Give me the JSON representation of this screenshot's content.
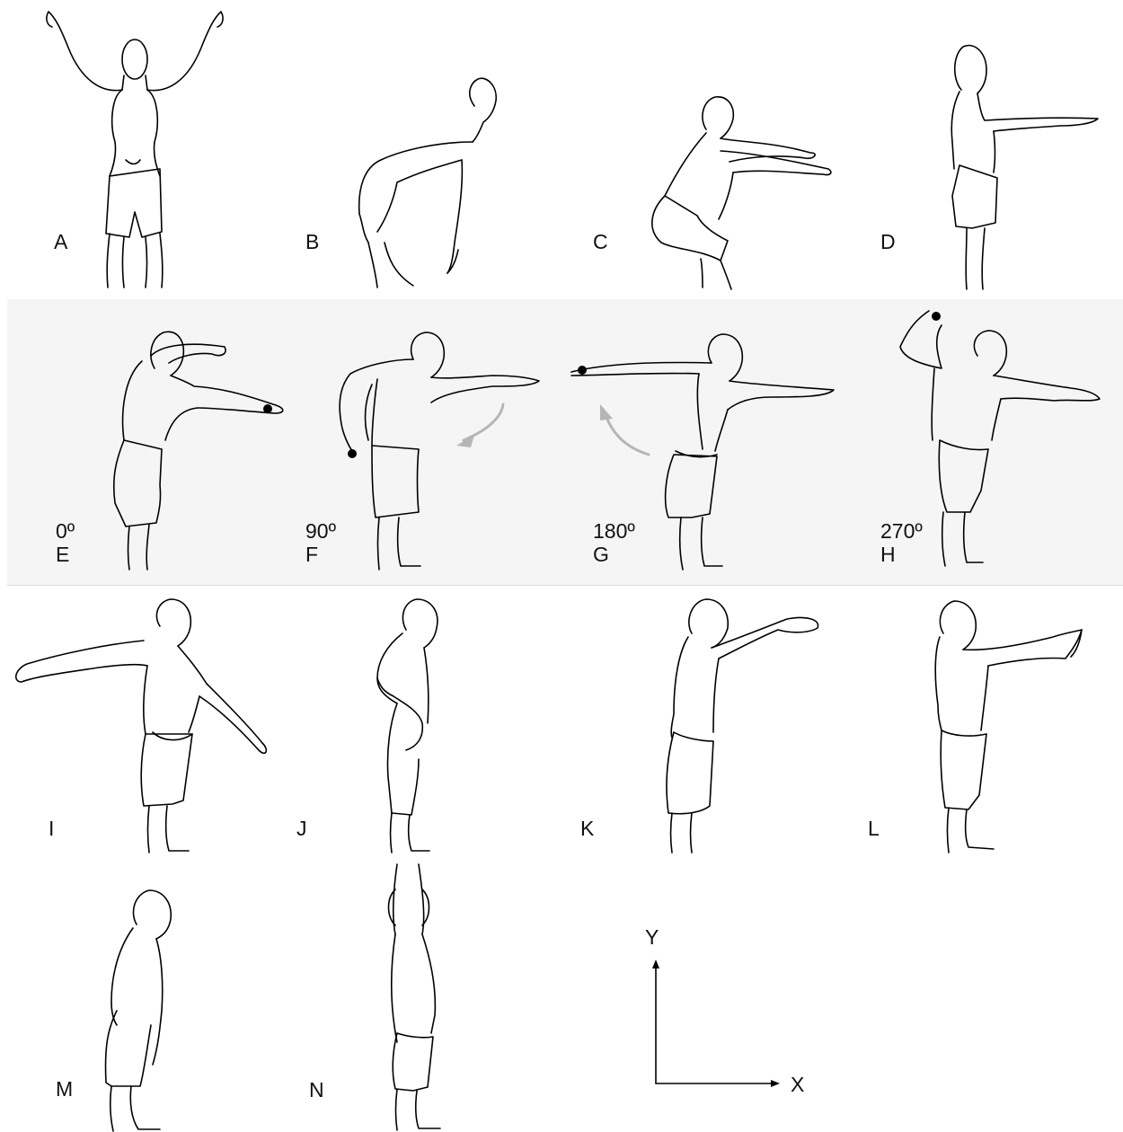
{
  "figures": [
    {
      "id": "A",
      "label": "A",
      "angle": ""
    },
    {
      "id": "B",
      "label": "B",
      "angle": ""
    },
    {
      "id": "C",
      "label": "C",
      "angle": ""
    },
    {
      "id": "D",
      "label": "D",
      "angle": ""
    },
    {
      "id": "E",
      "label": "E",
      "angle": "0º"
    },
    {
      "id": "F",
      "label": "F",
      "angle": "90º"
    },
    {
      "id": "G",
      "label": "G",
      "angle": "180º"
    },
    {
      "id": "H",
      "label": "H",
      "angle": "270º"
    },
    {
      "id": "I",
      "label": "I",
      "angle": ""
    },
    {
      "id": "J",
      "label": "J",
      "angle": ""
    },
    {
      "id": "K",
      "label": "K",
      "angle": ""
    },
    {
      "id": "L",
      "label": "L",
      "angle": ""
    },
    {
      "id": "M",
      "label": "M",
      "angle": ""
    },
    {
      "id": "N",
      "label": "N",
      "angle": ""
    }
  ],
  "axes": {
    "x_label": "X",
    "y_label": "Y"
  },
  "colors": {
    "stroke": "#000000",
    "band": "#f5f5f5",
    "arrow": "#b5b5b5"
  }
}
